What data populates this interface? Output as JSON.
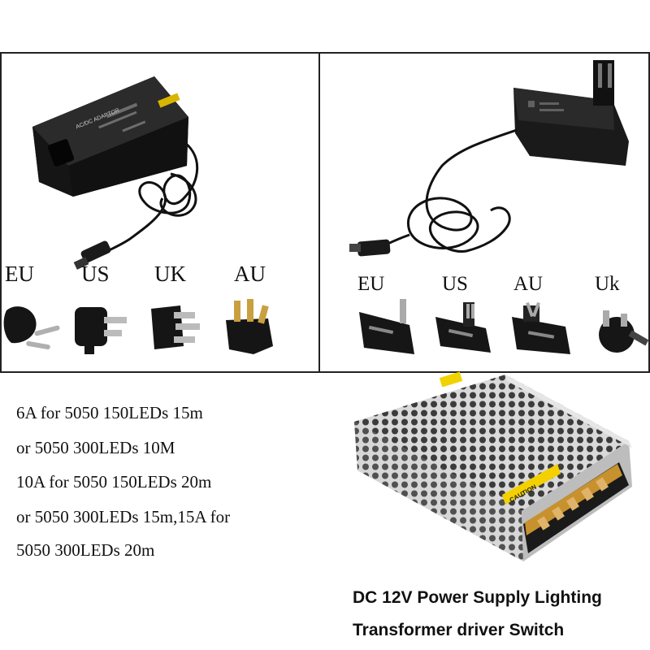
{
  "panel_left": {
    "plug_labels": [
      "EU",
      "US",
      "UK",
      "AU"
    ]
  },
  "panel_right": {
    "plug_labels": [
      "EU",
      "US",
      "AU",
      "Uk"
    ]
  },
  "adapter_text": {
    "left_adapter_label": "AC/DC ADAPTOR",
    "power_supply_caution": "CAUTION"
  },
  "specs": {
    "lines": [
      "6A for  5050 150LEDs 15m",
      "or 5050 300LEDs 10M",
      "10A for 5050 150LEDs 20m",
      "or 5050 300LEDs 15m,15A for",
      "5050 300LEDs 20m"
    ]
  },
  "caption": {
    "line1": "DC 12V Power Supply Lighting",
    "line2": "Transformer driver Switch"
  }
}
